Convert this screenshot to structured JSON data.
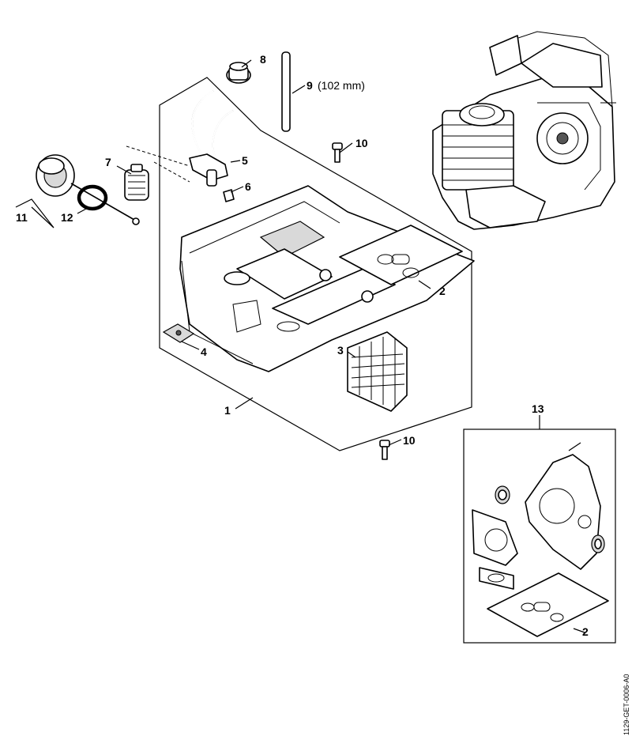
{
  "callouts": {
    "c1": "1",
    "c2a": "2",
    "c2b": "2",
    "c3": "3",
    "c4": "4",
    "c5": "5",
    "c6": "6",
    "c7": "7",
    "c8": "8",
    "c9": "9",
    "c9_note": "(102 mm)",
    "c10a": "10",
    "c10b": "10",
    "c11": "11",
    "c12": "12",
    "c13": "13"
  },
  "document_code": "1129-GET-0006-A0"
}
